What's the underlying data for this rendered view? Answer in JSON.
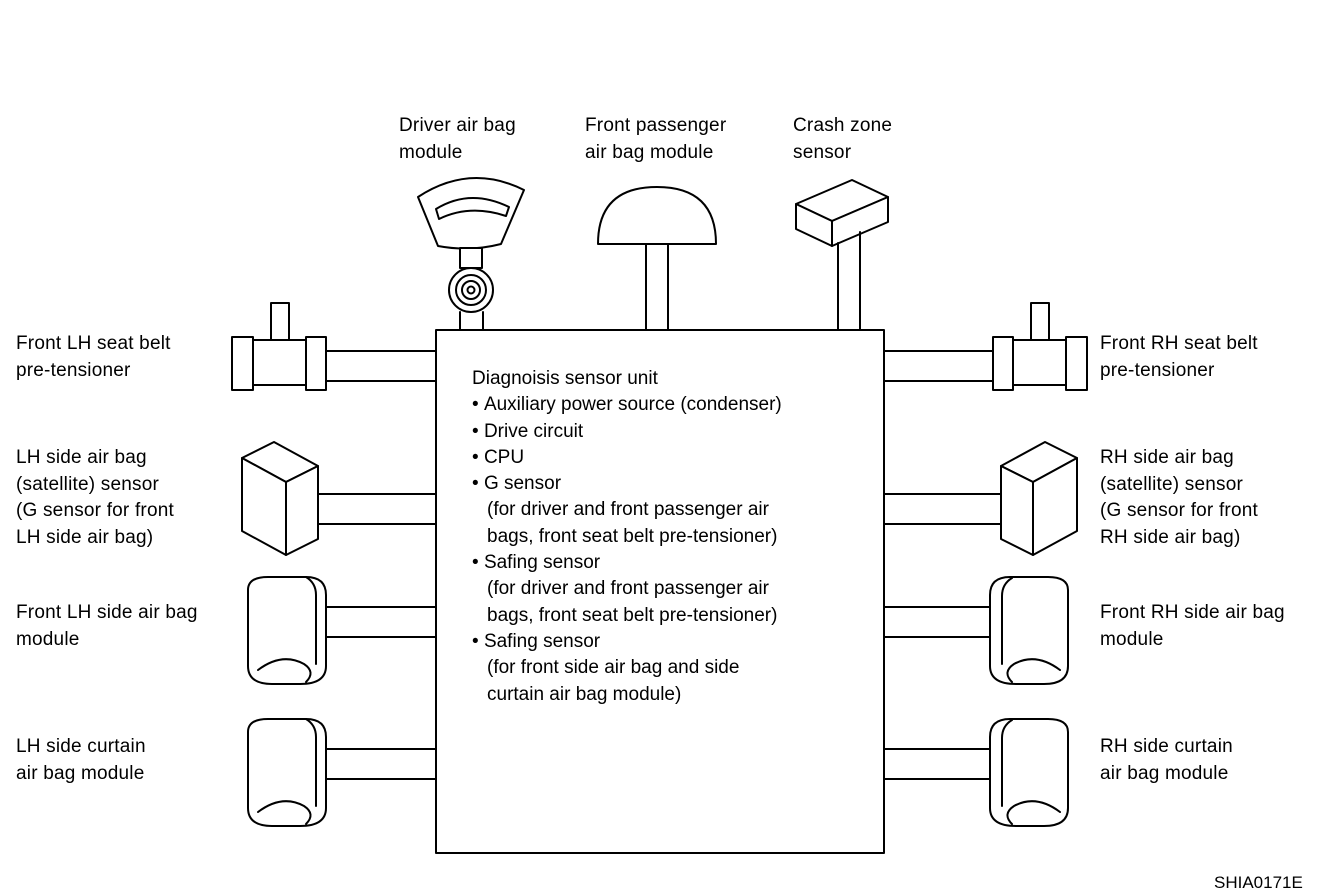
{
  "labels": {
    "driver_airbag": [
      "Driver air bag",
      "module"
    ],
    "front_passenger_airbag": [
      "Front passenger",
      "air bag module"
    ],
    "crash_zone_sensor": [
      "Crash zone",
      "sensor"
    ],
    "front_lh_pretensioner": [
      "Front LH seat belt",
      "pre-tensioner"
    ],
    "front_rh_pretensioner": [
      "Front RH seat belt",
      "pre-tensioner"
    ],
    "lh_side_satellite": [
      "LH side air bag",
      "(satellite) sensor",
      "(G sensor for front",
      "LH side air bag)"
    ],
    "rh_side_satellite": [
      "RH side air bag",
      "(satellite) sensor",
      "(G sensor for front",
      "RH side air bag)"
    ],
    "front_lh_side_airbag": [
      "Front LH side air bag",
      "module"
    ],
    "front_rh_side_airbag": [
      "Front RH side air bag",
      "module"
    ],
    "lh_curtain": [
      "LH side curtain",
      "air bag module"
    ],
    "rh_curtain": [
      "RH side curtain",
      "air bag module"
    ]
  },
  "sensor_unit": {
    "title": "Diagnoisis sensor unit",
    "items": [
      {
        "text": "Auxiliary power source (condenser)",
        "sub": []
      },
      {
        "text": "Drive circuit",
        "sub": []
      },
      {
        "text": "CPU",
        "sub": []
      },
      {
        "text": "G sensor",
        "sub": [
          "(for driver and front passenger air",
          "bags, front seat belt pre-tensioner)"
        ]
      },
      {
        "text": "Safing sensor",
        "sub": [
          "(for driver and front passenger air",
          "bags, front seat belt pre-tensioner)"
        ]
      },
      {
        "text": "Safing sensor",
        "sub": [
          "(for front side air bag and side",
          "curtain air bag module)"
        ]
      }
    ]
  },
  "figure_code": "SHIA0171E"
}
